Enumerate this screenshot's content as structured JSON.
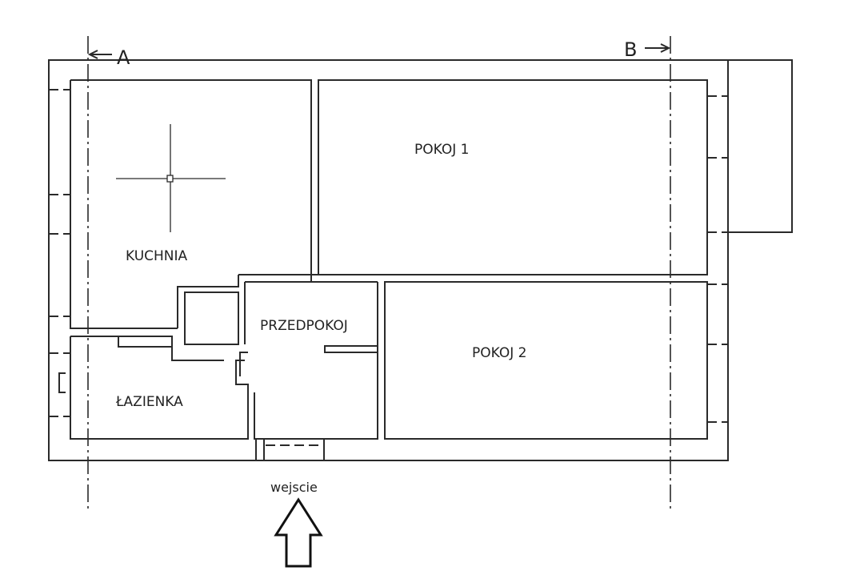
{
  "rooms": {
    "kitchen": "KUCHNIA",
    "room1": "POKOJ 1",
    "room2": "POKOJ 2",
    "hallway": "PRZEDPOKOJ",
    "bathroom": "ŁAZIENKA"
  },
  "section_a": "A",
  "section_b": "B",
  "entrance": "wejscie"
}
